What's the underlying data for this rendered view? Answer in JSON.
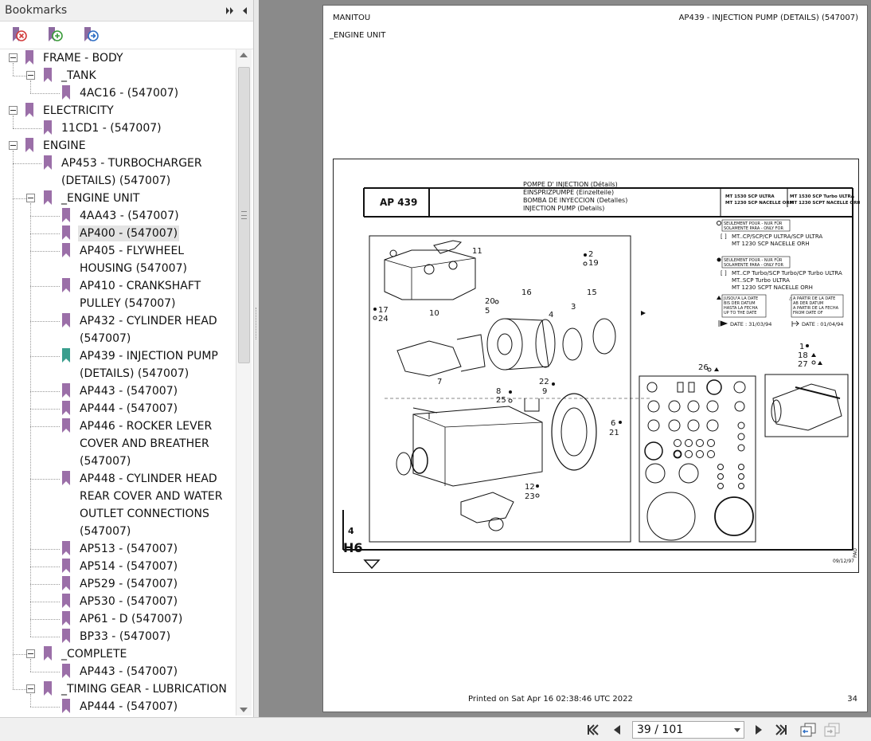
{
  "panel": {
    "title": "Bookmarks",
    "tree": [
      {
        "label": "FRAME - BODY",
        "level": 0,
        "type": "folder"
      },
      {
        "label": "_TANK",
        "level": 1,
        "type": "folder"
      },
      {
        "label": "4AC16 - (547007)",
        "level": 2,
        "type": "leaf"
      },
      {
        "label": "ELECTRICITY",
        "level": 0,
        "type": "folder"
      },
      {
        "label": "11CD1 - (547007)",
        "level": 1,
        "type": "leaf"
      },
      {
        "label": "ENGINE",
        "level": 0,
        "type": "folder"
      },
      {
        "label": "AP453 - TURBOCHARGER",
        "label2": "(DETAILS) (547007)",
        "level": 1,
        "type": "leaf"
      },
      {
        "label": "_ENGINE UNIT",
        "level": 1,
        "type": "folder"
      },
      {
        "label": "4AA43 - (547007)",
        "level": 2,
        "type": "leaf"
      },
      {
        "label": "AP400 - (547007)",
        "level": 2,
        "type": "leaf",
        "selected": true
      },
      {
        "label": "AP405 - FLYWHEEL",
        "label2": "HOUSING (547007)",
        "level": 2,
        "type": "leaf"
      },
      {
        "label": "AP410 - CRANKSHAFT",
        "label2": "PULLEY (547007)",
        "level": 2,
        "type": "leaf"
      },
      {
        "label": "AP432 - CYLINDER HEAD",
        "label2": "(547007)",
        "level": 2,
        "type": "leaf"
      },
      {
        "label": "AP439 - INJECTION PUMP",
        "label2": "(DETAILS) (547007)",
        "level": 2,
        "type": "leaf",
        "current": true
      },
      {
        "label": "AP443 - (547007)",
        "level": 2,
        "type": "leaf"
      },
      {
        "label": "AP444 - (547007)",
        "level": 2,
        "type": "leaf"
      },
      {
        "label": "AP446 - ROCKER LEVER",
        "label2": "COVER AND BREATHER",
        "label3": "(547007)",
        "level": 2,
        "type": "leaf"
      },
      {
        "label": "AP448 - CYLINDER HEAD",
        "label2": "REAR COVER AND WATER",
        "label3": "OUTLET CONNECTIONS",
        "label4": "(547007)",
        "level": 2,
        "type": "leaf"
      },
      {
        "label": "AP513 - (547007)",
        "level": 2,
        "type": "leaf"
      },
      {
        "label": "AP514 - (547007)",
        "level": 2,
        "type": "leaf"
      },
      {
        "label": "AP529 - (547007)",
        "level": 2,
        "type": "leaf"
      },
      {
        "label": "AP530 - (547007)",
        "level": 2,
        "type": "leaf"
      },
      {
        "label": "AP61 - D (547007)",
        "level": 2,
        "type": "leaf"
      },
      {
        "label": "BP33 - (547007)",
        "level": 2,
        "type": "leaf"
      },
      {
        "label": "_COMPLETE",
        "level": 1,
        "type": "folder"
      },
      {
        "label": "AP443 - (547007)",
        "level": 2,
        "type": "leaf"
      },
      {
        "label": "_TIMING GEAR - LUBRICATION",
        "level": 1,
        "type": "folder"
      },
      {
        "label": "AP444 - (547007)",
        "level": 2,
        "type": "leaf"
      }
    ]
  },
  "document": {
    "header_left": "MANITOU",
    "header_right": "AP439 - INJECTION PUMP (DETAILS) (547007)",
    "section": "_ENGINE UNIT",
    "drawing": {
      "code": "AP 439",
      "titles": [
        "POMPE D' INJECTION (Détails)",
        "EINSPRIZPUMPE (Einzelteile)",
        "BOMBA DE INYECCION (Detalles)",
        "INJECTION PUMP (Details)"
      ],
      "models": [
        "MT 1530 SCP ULTRA",
        "MT 1230 SCP NACELLE ORH",
        "MT 1530 SCP Turbo ULTRA",
        "MT 1230 SCPT NACELLE ORH"
      ],
      "note1_box": [
        "SEULEMENT POUR - NUR FÜR",
        "SOLAMENTE PARA - ONLY FOR"
      ],
      "note1_lines": [
        "MT..CP/SCP/CP ULTRA/SCP ULTRA",
        "MT 1230 SCP NACELLE ORH"
      ],
      "note2_box": [
        "SEULEMENT POUR - NUR FÜR",
        "SOLAMENTE PARA - ONLY FOR"
      ],
      "note2_lines": [
        "MT..CP Turbo/SCP Turbo/CP Turbo ULTRA",
        "MT..SCP Turbo ULTRA",
        "MT 1230 SCPT NACELLE ORH"
      ],
      "until_box": [
        "JUSQU'A LA DATE",
        "BIS DER DATUM",
        "HASTA LA FECHA",
        "UP TO THE DATE"
      ],
      "from_box": [
        "A PARTIR DE LA DATE",
        "AB DER DATUM",
        "A PARTIR DE LA FECHA",
        "FROM DATE OF"
      ],
      "until_date": "DATE : 31/03/94",
      "from_date": "DATE : 01/04/94",
      "callouts": [
        "11",
        "2",
        "19",
        "16",
        "20",
        "17",
        "24",
        "10",
        "5",
        "4",
        "3",
        "15",
        "7",
        "8",
        "25",
        "22",
        "9",
        "6",
        "21",
        "12",
        "23",
        "26",
        "1",
        "18",
        "27"
      ],
      "page_marker_top": "4",
      "page_marker": "H6",
      "side_code": "PAO",
      "print_date": "09/12/97"
    },
    "footer_printed": "Printed on  Sat Apr 16 02:38:46 UTC 2022",
    "page_number": "34"
  },
  "nav": {
    "page_indicator": "39 / 101"
  },
  "colors": {
    "bookmark": "#9b6fa8",
    "bookmark_current": "#3a9e8e",
    "viewer_bg": "#8a8a8a",
    "selection": "#e4e4e4"
  }
}
